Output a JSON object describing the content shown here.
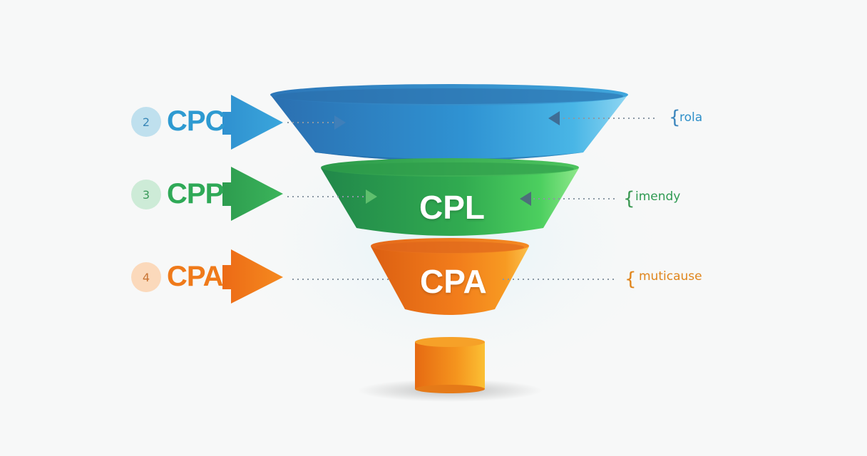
{
  "left_items": [
    {
      "number": "2",
      "label": "CPC",
      "color": "#2e9ad1"
    },
    {
      "number": "3",
      "label": "CPP",
      "color": "#2fa957"
    },
    {
      "number": "4",
      "label": "CPA",
      "color": "#ef7a1a"
    }
  ],
  "funnel": {
    "segment_labels": [
      "",
      "CPL",
      "CPA"
    ],
    "colors": [
      "#2f8fcf",
      "#37b454",
      "#f17a1a",
      "#f5a41f"
    ]
  },
  "right_notes": [
    {
      "text": "rola",
      "color": "#2e8fc9"
    },
    {
      "text": "imendy",
      "color": "#2f9a52"
    },
    {
      "text": "muticause",
      "color": "#e0851c"
    }
  ]
}
